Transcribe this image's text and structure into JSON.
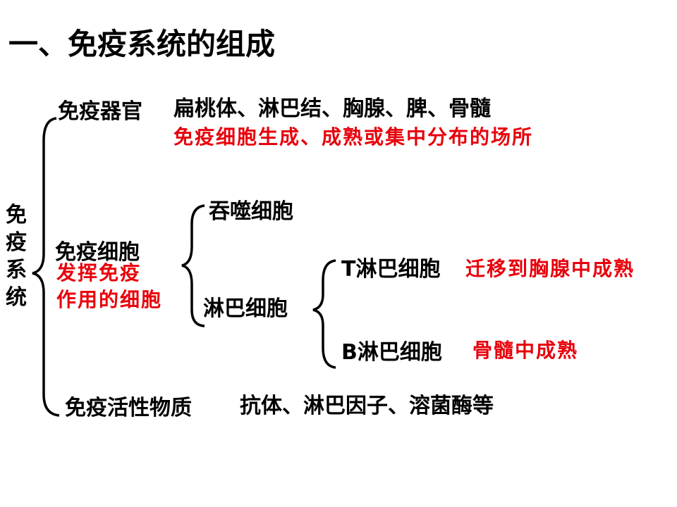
{
  "title": "一、免疫系统的组成",
  "root": "免疫系统",
  "organs": {
    "label": "免疫器官",
    "examples": "扁桃体、淋巴结、胸腺、脾、骨髓",
    "note": "免疫细胞生成、成熟或集中分布的场所"
  },
  "cells": {
    "label": "免疫细胞",
    "note_line1": "发挥免疫",
    "note_line2": "作用的细胞",
    "phagocyte": "吞噬细胞",
    "lymphocyte": "淋巴细胞",
    "t_cell": "T淋巴细胞",
    "t_cell_note": "迁移到胸腺中成熟",
    "b_cell": "B淋巴细胞",
    "b_cell_note": "骨髓中成熟"
  },
  "substances": {
    "label": "免疫活性物质",
    "examples": "抗体、淋巴因子、溶菌酶等"
  },
  "colors": {
    "text": "#000000",
    "note": "#e8000b"
  }
}
